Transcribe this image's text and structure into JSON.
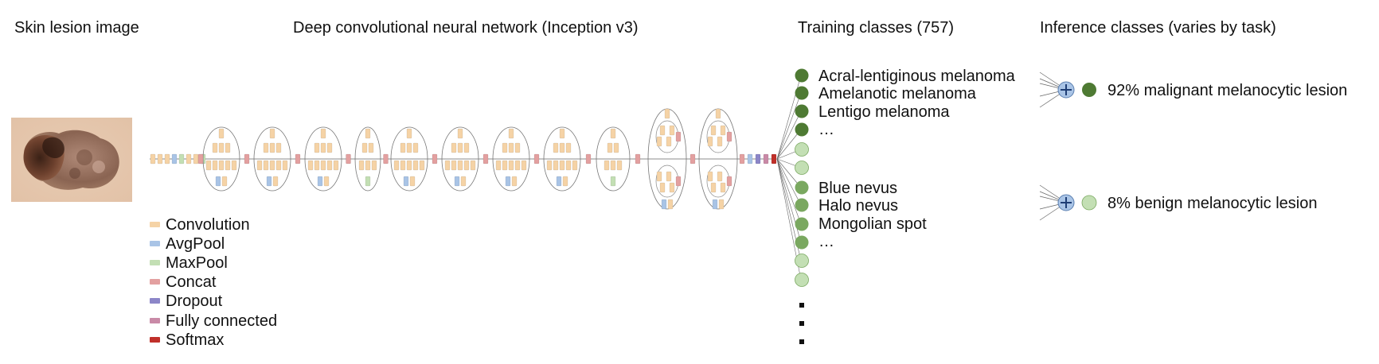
{
  "headers": {
    "image": "Skin lesion image",
    "network": "Deep convolutional neural network (Inception v3)",
    "training": "Training classes (757)",
    "inference": "Inference classes (varies by task)"
  },
  "legend": [
    {
      "label": "Convolution",
      "color": "#f5d3a6"
    },
    {
      "label": "AvgPool",
      "color": "#a9c4e6"
    },
    {
      "label": "MaxPool",
      "color": "#c3dfb4"
    },
    {
      "label": "Concat",
      "color": "#e3a0a0"
    },
    {
      "label": "Dropout",
      "color": "#8c86c8"
    },
    {
      "label": "Fully connected",
      "color": "#c98aa7"
    },
    {
      "label": "Softmax",
      "color": "#c0302a"
    }
  ],
  "training_classes": {
    "malignant_group": [
      "Acral-lentiginous melanoma",
      "Amelanotic melanoma",
      "Lentigo melanoma",
      "…"
    ],
    "benign_group": [
      "Blue nevus",
      "Halo nevus",
      "Mongolian spot",
      "…"
    ]
  },
  "inference_classes": [
    {
      "label": "92% malignant melanocytic lesion",
      "color": "#4e7a33"
    },
    {
      "label": "8% benign melanocytic lesion",
      "color": "#c3dfb4"
    }
  ],
  "colors": {
    "dark_green": "#4e7a33",
    "light_green": "#c3dfb4",
    "sum_node": "#a9c4e6"
  }
}
